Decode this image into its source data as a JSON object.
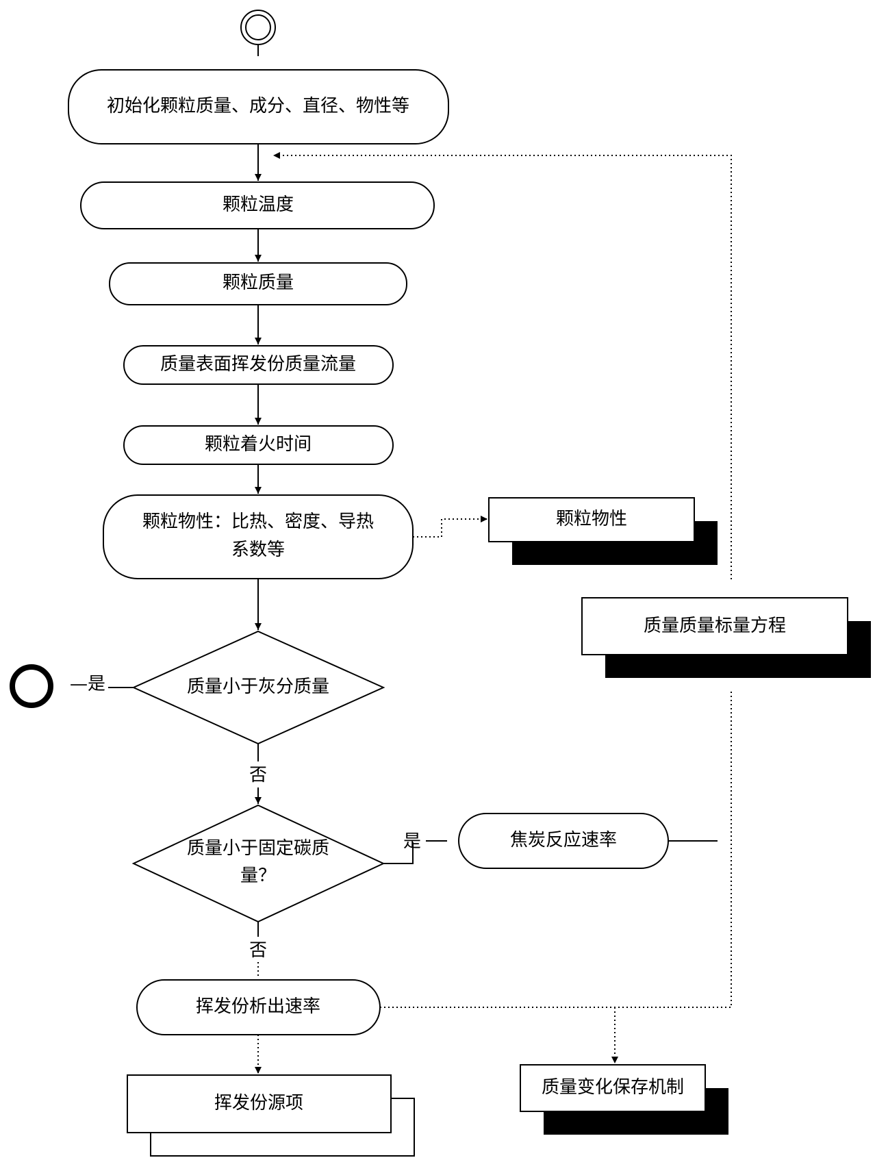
{
  "flowchart": {
    "init": "初始化颗粒质量、成分、直径、物性等",
    "temperature": "颗粒温度",
    "mass": "颗粒质量",
    "surface_flux": "质量表面挥发份质量流量",
    "ignition_time": "颗粒着火时间",
    "properties_line1": "颗粒物性：比热、密度、导热",
    "properties_line2": "系数等",
    "properties_note": "颗粒物性",
    "scalar_equation": "质量质量标量方程",
    "decision_ash": "质量小于灰分质量",
    "yes_ash": "—是",
    "no_ash": "否",
    "decision_carbon_line1": "质量小于固定碳质",
    "decision_carbon_line2": "量？",
    "yes_carbon": "是",
    "no_carbon": "否",
    "char_rate": "焦炭反应速率",
    "devol_rate": "挥发份析出速率",
    "volatile_source": "挥发份源项",
    "mass_conservation": "质量变化保存机制"
  }
}
